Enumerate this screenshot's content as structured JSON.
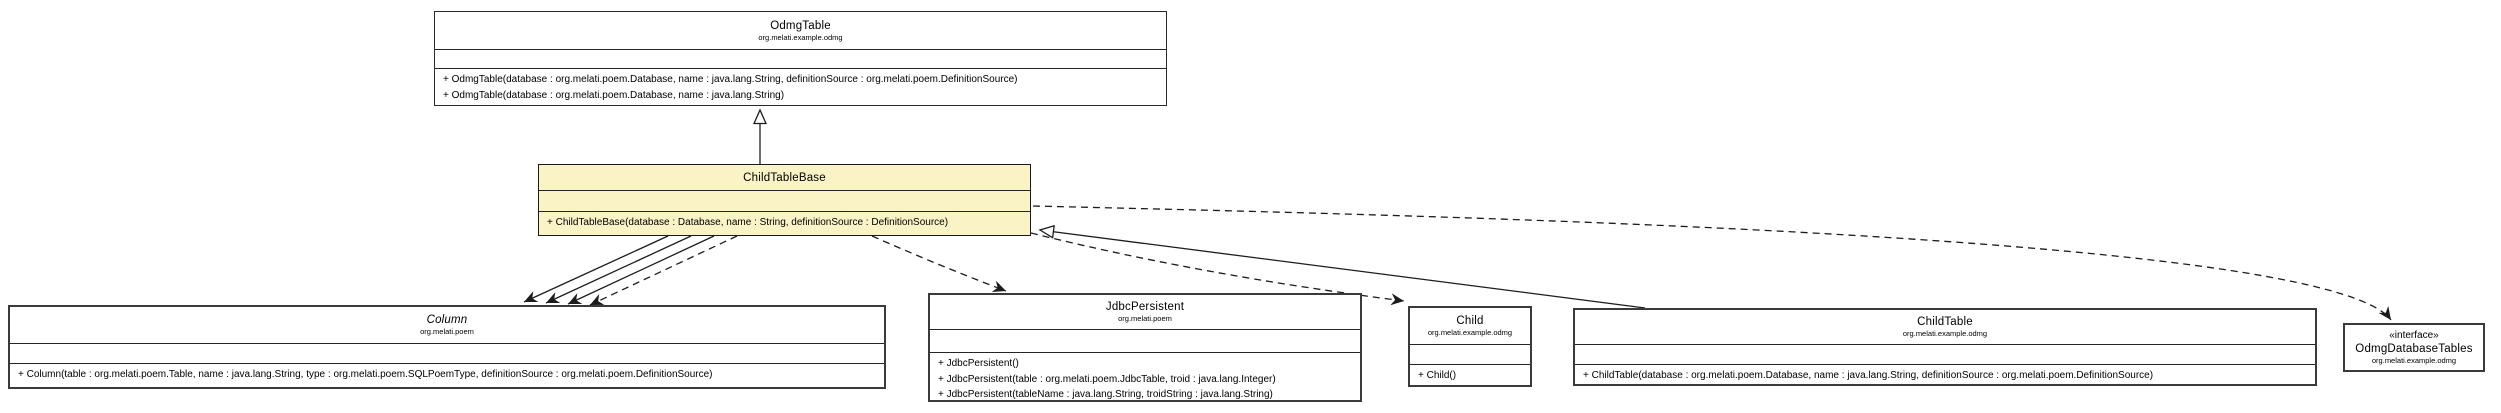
{
  "colors": {
    "background": "#ffffff",
    "highlight_fill": "#faf3c6",
    "box_fill": "#ffffff",
    "box_border": "#2f2f2f",
    "edge": "#1c1c1c",
    "text": "#000000"
  },
  "classes": {
    "odmg_table": {
      "name": "OdmgTable",
      "package": "org.melati.example.odmg",
      "methods": [
        "+ OdmgTable(database : org.melati.poem.Database, name : java.lang.String, definitionSource : org.melati.poem.DefinitionSource)",
        "+ OdmgTable(database : org.melati.poem.Database, name : java.lang.String)"
      ]
    },
    "child_table_base": {
      "name": "ChildTableBase",
      "methods": [
        "+ ChildTableBase(database : Database, name : String, definitionSource : DefinitionSource)"
      ]
    },
    "column": {
      "name": "Column",
      "package": "org.melati.poem",
      "abstract": true,
      "methods": [
        "+ Column(table : org.melati.poem.Table, name : java.lang.String, type : org.melati.poem.SQLPoemType, definitionSource : org.melati.poem.DefinitionSource)"
      ]
    },
    "jdbc_persistent": {
      "name": "JdbcPersistent",
      "package": "org.melati.poem",
      "methods": [
        "+ JdbcPersistent()",
        "+ JdbcPersistent(table : org.melati.poem.JdbcTable, troid : java.lang.Integer)",
        "+ JdbcPersistent(tableName : java.lang.String, troidString : java.lang.String)"
      ]
    },
    "child": {
      "name": "Child",
      "package": "org.melati.example.odmg",
      "methods": [
        "+ Child()"
      ]
    },
    "child_table": {
      "name": "ChildTable",
      "package": "org.melati.example.odmg",
      "methods": [
        "+ ChildTable(database : org.melati.poem.Database, name : java.lang.String, definitionSource : org.melati.poem.DefinitionSource)"
      ]
    },
    "odmg_database_tables": {
      "stereotype": "«interface»",
      "name": "OdmgDatabaseTables",
      "package": "org.melati.example.odmg"
    }
  },
  "relationships": [
    {
      "from": "ChildTableBase",
      "to": "OdmgTable",
      "type": "generalization",
      "style": "solid",
      "arrowhead": "hollow-triangle"
    },
    {
      "from": "ChildTable",
      "to": "ChildTableBase",
      "type": "generalization",
      "style": "solid",
      "arrowhead": "hollow-triangle"
    },
    {
      "from": "ChildTableBase",
      "to": "Column",
      "type": "navigable-association",
      "style": "solid",
      "arrowhead": "filled-vee",
      "count": 3
    },
    {
      "from": "ChildTableBase",
      "to": "Column",
      "type": "dependency",
      "style": "dashed",
      "arrowhead": "filled-vee"
    },
    {
      "from": "ChildTableBase",
      "to": "JdbcPersistent",
      "type": "dependency",
      "style": "dashed",
      "arrowhead": "filled-vee"
    },
    {
      "from": "ChildTableBase",
      "to": "Child",
      "type": "dependency",
      "style": "dashed",
      "arrowhead": "filled-vee"
    },
    {
      "from": "ChildTableBase",
      "to": "OdmgDatabaseTables",
      "type": "dependency",
      "style": "dashed",
      "arrowhead": "filled-vee"
    }
  ]
}
